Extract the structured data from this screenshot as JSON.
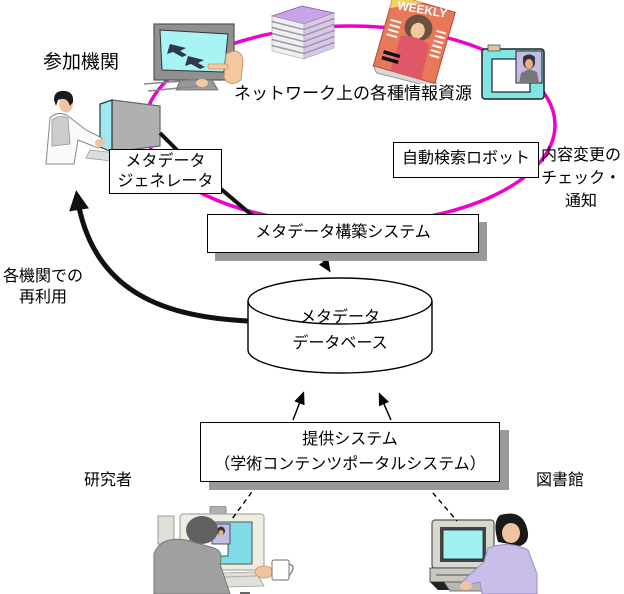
{
  "annotations": {
    "participant": "参加機関",
    "network_resources": "ネットワーク上の各種情報資源",
    "change_notice": [
      "内容変更の",
      "チェック・",
      "通知"
    ],
    "reuse": [
      "各機関での",
      "再利用"
    ],
    "researcher": "研究者",
    "library": "図書館"
  },
  "nodes": {
    "generator": {
      "lines": [
        "メタデータ",
        "ジェネレータ"
      ]
    },
    "robot": {
      "label": "自動検索ロボット"
    },
    "builder": {
      "label": "メタデータ構築システム"
    },
    "database": {
      "lines": [
        "メタデータ",
        "データベース"
      ]
    },
    "provider": {
      "lines": [
        "提供システム",
        "（学術コンテンツポータルシステム）"
      ]
    }
  },
  "clipart": {
    "magazine_title": "WEEKLY"
  },
  "colors": {
    "ellipse": "#F000CC",
    "box_shadow": "#999999",
    "screen_cyan": "#9FE8F0",
    "book_purple": "#C9A5E8",
    "magazine_orange": "#E87858"
  }
}
